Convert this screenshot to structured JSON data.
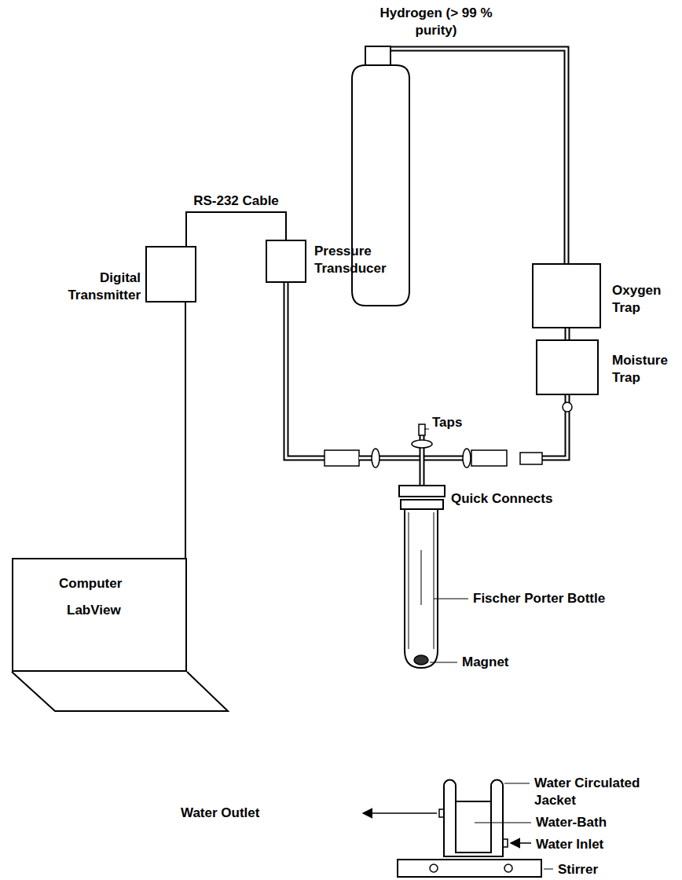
{
  "diagram": {
    "nodes": [
      {
        "text": [
          "Hydrogen (> 99 % purity)"
        ]
      },
      {
        "text": [
          "Oxygen Trap"
        ]
      },
      {
        "text": [
          "Moisture Trap"
        ]
      },
      {
        "text": [
          "Pressure Transducer"
        ]
      },
      {
        "text": [
          "Digital Transmitter"
        ]
      },
      {
        "text": [
          "Computer",
          "LabView"
        ]
      },
      {
        "text": [
          "Stirrer"
        ]
      }
    ],
    "edges": [
      {
        "from": 0,
        "to": 1,
        "arrow": "none"
      },
      {
        "from": 1,
        "to": 2,
        "arrow": "none"
      },
      {
        "from": 3,
        "to": 4,
        "label": "RS-232 Cable",
        "arrow": "none"
      },
      {
        "from": 4,
        "to": 5,
        "arrow": "none"
      }
    ],
    "labels": [
      "Taps",
      "Quick Connects",
      "Fischer Porter Bottle",
      "Magnet",
      "Water Outlet",
      "Water Circulated Jacket",
      "Water-Bath",
      "Water Inlet"
    ]
  }
}
